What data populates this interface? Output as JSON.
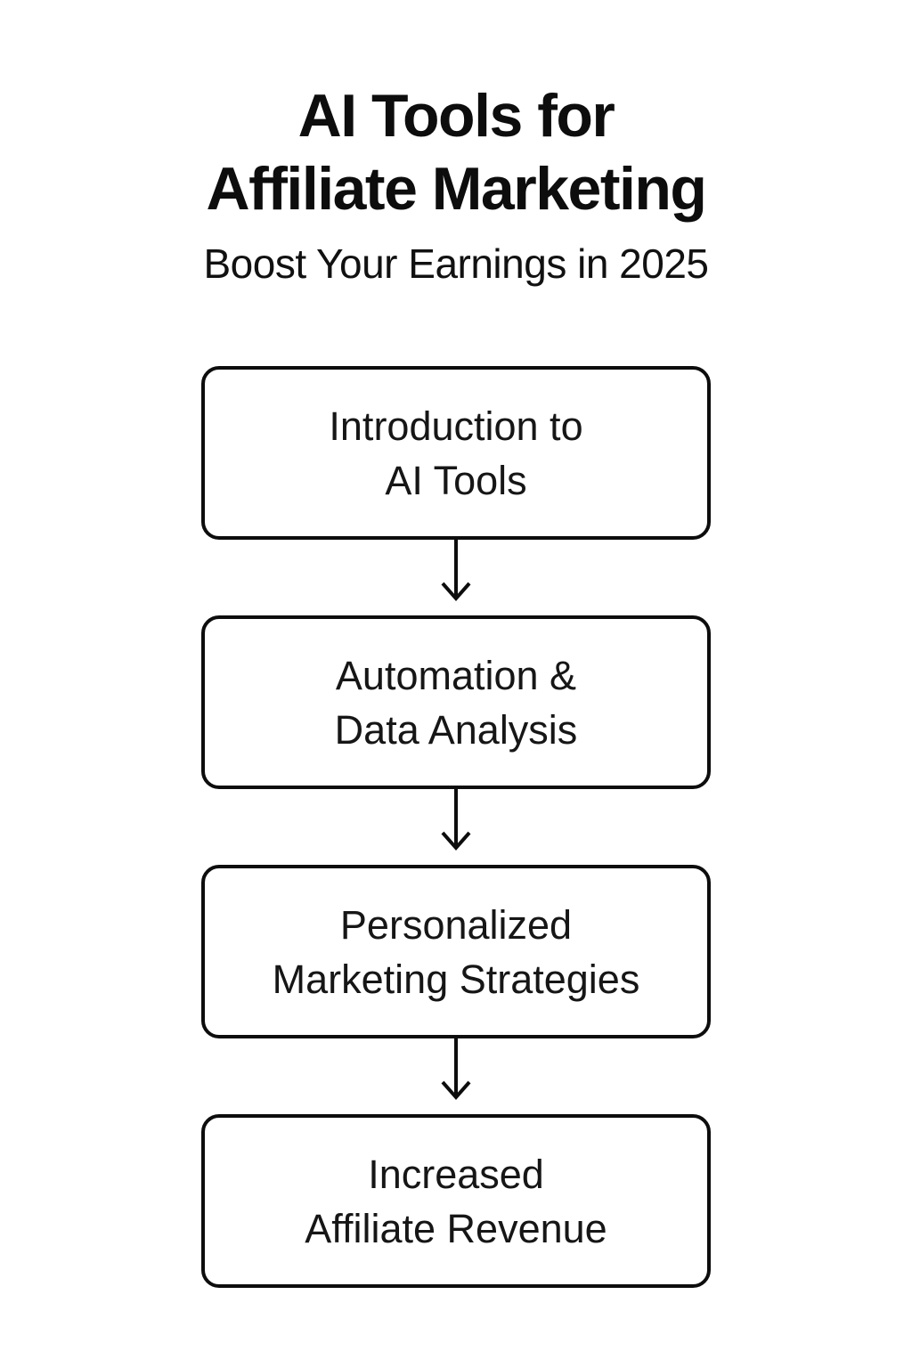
{
  "header": {
    "title_line1": "AI Tools for",
    "title_line2": "Affiliate Marketing",
    "subtitle": "Boost Your Earnings in 2025"
  },
  "flowchart": {
    "steps": [
      {
        "line1": "Introduction to",
        "line2": "AI Tools"
      },
      {
        "line1": "Automation &",
        "line2": "Data Analysis"
      },
      {
        "line1": "Personalized",
        "line2": "Marketing Strategies"
      },
      {
        "line1": "Increased",
        "line2": "Affiliate Revenue"
      }
    ],
    "connector": "down-arrow"
  },
  "colors": {
    "background": "#ffffff",
    "text": "#0d0d0d",
    "box_border": "#0d0d0d"
  }
}
